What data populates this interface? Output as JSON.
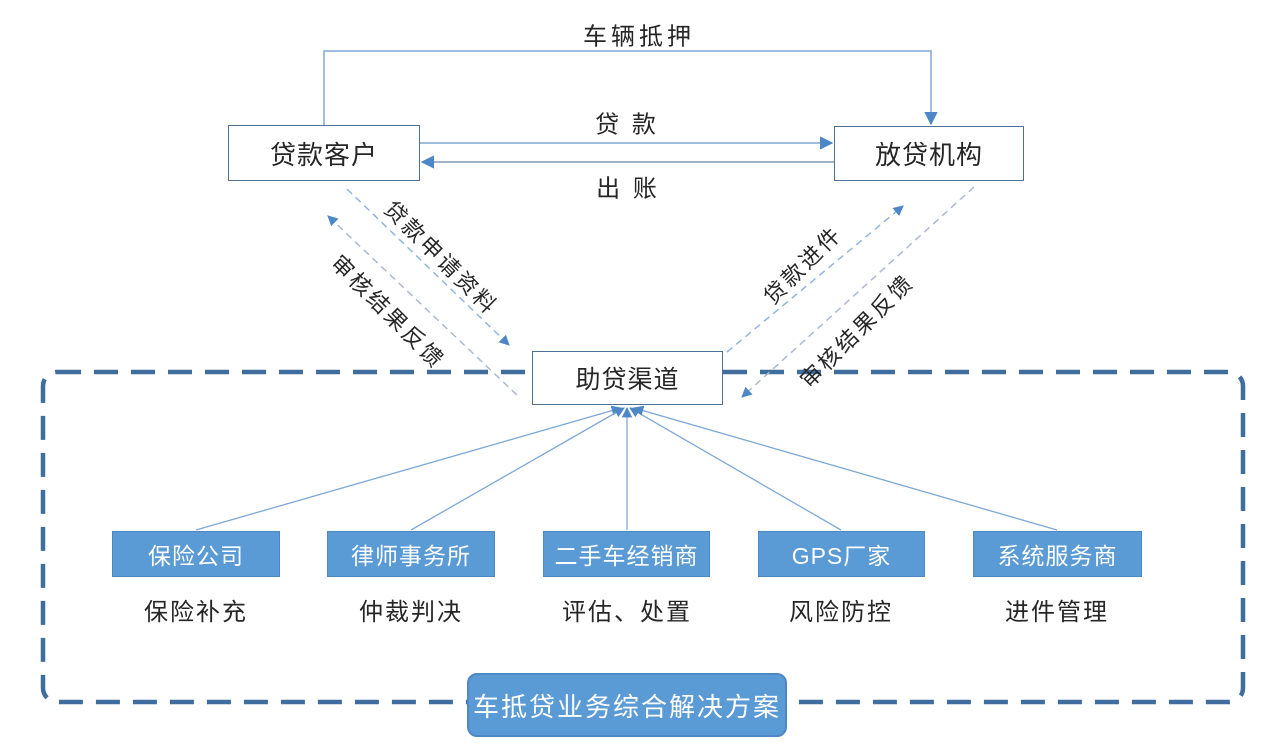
{
  "diagram": {
    "top": {
      "vehicle_mortgage": "车辆抵押",
      "loan": "贷 款",
      "disbursement": "出 账"
    },
    "nodes": {
      "customer": "贷款客户",
      "lender": "放贷机构",
      "channel": "助贷渠道"
    },
    "flows": {
      "loan_application": "贷款申请资料",
      "review_feedback_left": "审核结果反馈",
      "loan_intake": "贷款进件",
      "review_feedback_right": "审核结果反馈"
    },
    "partners": [
      {
        "name": "保险公司",
        "role": "保险补充"
      },
      {
        "name": "律师事务所",
        "role": "仲裁判决"
      },
      {
        "name": "二手车经销商",
        "role": "评估、处置"
      },
      {
        "name": "GPS厂家",
        "role": "风险防控"
      },
      {
        "name": "系统服务商",
        "role": "进件管理"
      }
    ],
    "banner": "车抵贷业务综合解决方案",
    "colors": {
      "node_fill": "#ffffff",
      "node_border": "#4e7094",
      "partner_fill": "#5b9bd5",
      "partner_text": "#ffffff",
      "banner_fill": "#5b9bd5",
      "connector": "#7fa8d6",
      "arrowhead": "#4e87c6",
      "dashed_application": "#93b5dd",
      "dashed_feedback": "#abbacf",
      "container_border": "#3e6d9e",
      "text": "#262626"
    }
  }
}
